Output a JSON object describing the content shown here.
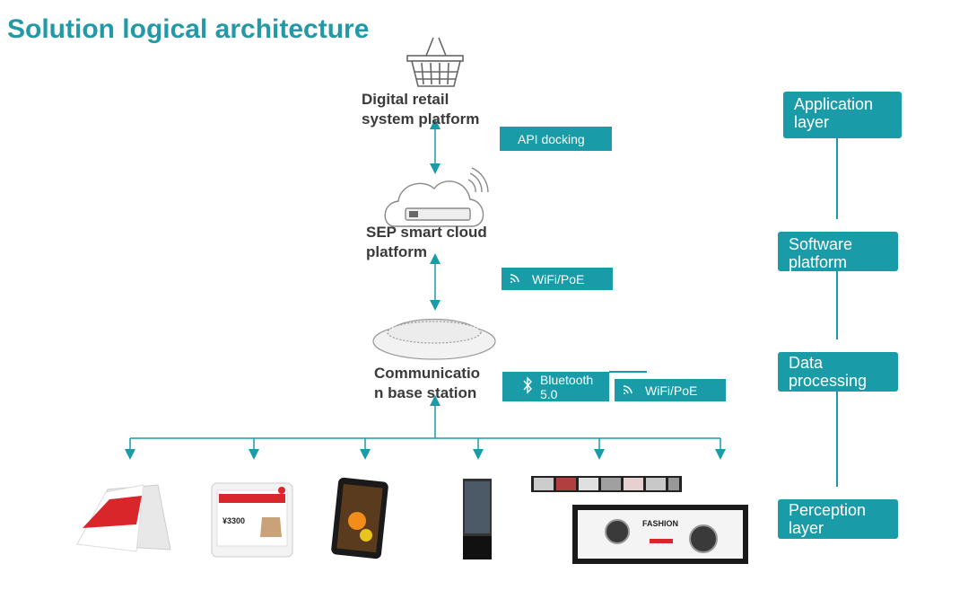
{
  "title": "Solution logical architecture",
  "nodes": {
    "retail": "Digital retail system platform",
    "retail_lines": [
      "Digital retail",
      "system platform"
    ],
    "cloud_lines": [
      "SEP smart cloud",
      "platform"
    ],
    "base_lines": [
      "Communicatio",
      "n base station"
    ]
  },
  "tags": {
    "api": "API docking",
    "wifi1": "WiFi/PoE",
    "bluetooth_lines": [
      "Bluetooth",
      "5.0"
    ],
    "wifi2": "WiFi/PoE"
  },
  "layers": {
    "application": [
      "Application",
      "layer"
    ],
    "software": [
      "Software",
      "platform"
    ],
    "data": [
      "Data",
      "processing"
    ],
    "perception": [
      "Perception",
      "layer"
    ]
  },
  "devices": [
    "tent-card-display",
    "e-paper-price-tag",
    "tablet-display",
    "standing-signage",
    "stretched-bar-display",
    "wide-banner-display"
  ],
  "device_text": {
    "price": "¥3300",
    "fashion": "FASHION"
  },
  "colors": {
    "accent": "#1a9ba8",
    "title": "#2399a8",
    "text": "#3a3a3a"
  }
}
